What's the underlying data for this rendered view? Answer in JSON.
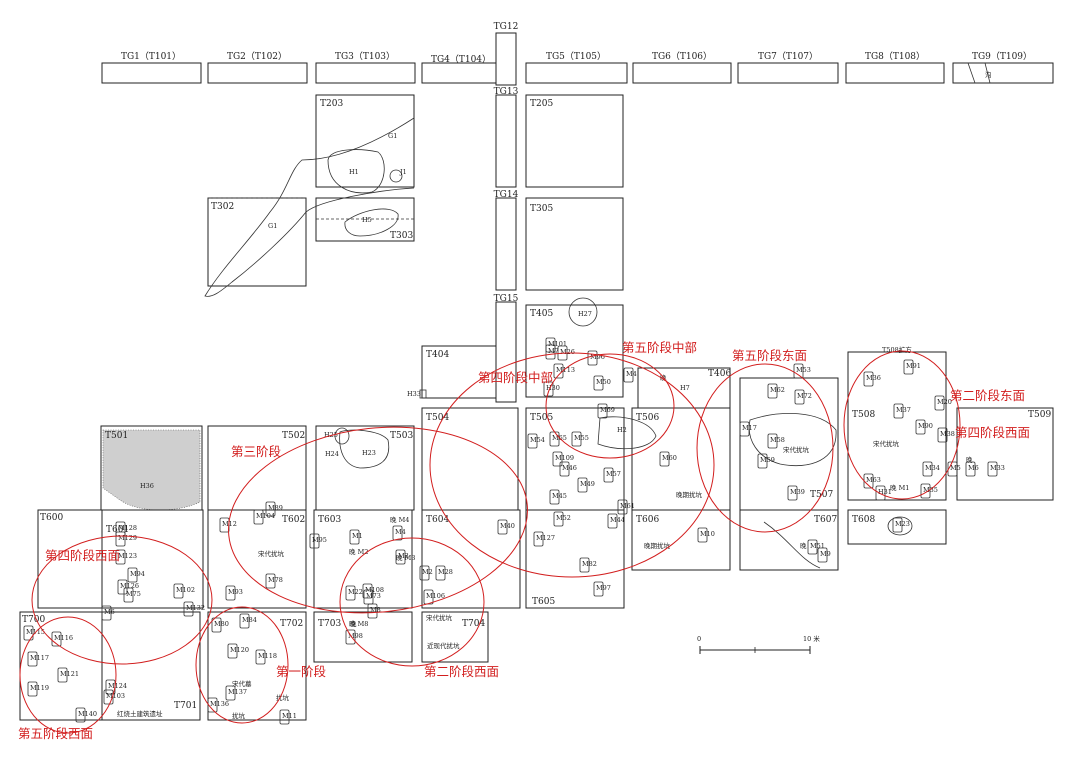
{
  "diagram": {
    "trial_trenches": [
      "TG1（T101）",
      "TG2（T102）",
      "TG3（T103）",
      "TG4（T104）",
      "TG5（T105）",
      "TG6（T106）",
      "TG7（T107）",
      "TG8（T108）",
      "TG9（T109）"
    ],
    "vertical_trenches": [
      "TG12",
      "TG13",
      "TG14",
      "TG15"
    ],
    "ditch_label": "沟",
    "units": [
      "T203",
      "T205",
      "T302",
      "T303",
      "T305",
      "T405",
      "T404",
      "T406",
      "T501",
      "T502",
      "T503",
      "T504",
      "T505",
      "T506",
      "T507",
      "T508",
      "T509",
      "T600",
      "T601",
      "T602",
      "T603",
      "T604",
      "T605",
      "T606",
      "T607",
      "T608",
      "T700",
      "T701",
      "T702",
      "T703",
      "T704",
      "T508扩方"
    ],
    "features_top": [
      "G1",
      "H1",
      "J1",
      "G1",
      "H5",
      "H27",
      "H33",
      "H25",
      "H24",
      "H23",
      "H36",
      "H7",
      "H2"
    ],
    "burial_labels": [
      "M101",
      "M26",
      "M96",
      "M113",
      "M4",
      "M69",
      "H30",
      "M54",
      "M65",
      "M55",
      "M50",
      "M57",
      "M53",
      "M72",
      "M62",
      "M36",
      "M91",
      "M37",
      "M38",
      "M63",
      "M90",
      "M35",
      "M5",
      "M6",
      "M20",
      "M34",
      "M115",
      "M116",
      "M117",
      "M121",
      "M119",
      "M124",
      "M103",
      "M140",
      "M136",
      "M137",
      "M120",
      "M118",
      "M84",
      "M80",
      "M108",
      "M73",
      "M98",
      "M8",
      "M2",
      "M28",
      "M22",
      "M3",
      "M4",
      "M1",
      "M12",
      "M104",
      "M78",
      "M93",
      "M94",
      "M102",
      "M132",
      "M126",
      "M123",
      "M129",
      "M128",
      "M127",
      "M52",
      "M46",
      "M45",
      "M40",
      "M44",
      "M60",
      "M61",
      "M82",
      "M17",
      "M58",
      "M59",
      "M39",
      "M51",
      "M9",
      "M10",
      "M97",
      "M23",
      "H31",
      "M49",
      "M11",
      "M89",
      "M95",
      "M75",
      "M106",
      "M109",
      "M33",
      "M6",
      "M7"
    ],
    "annotations": [
      "宋代扰坑",
      "晚期扰坑",
      "近现代扰坑",
      "宋代扰坑",
      "宋代扰坑",
      "红烧土建筑遗址",
      "扰坑",
      "晚期扰坑",
      "宋代墓",
      "扰坑",
      "晚",
      "晚",
      "晚",
      "晚",
      "晚 M1",
      "晚 M2",
      "晚 M3",
      "晚 M4",
      "晚 M8",
      "宋代扰坑"
    ],
    "phase_labels": [
      "第五阶段中部",
      "第五阶段东面",
      "第四阶段中部",
      "第二阶段东面",
      "第四阶段西面",
      "第三阶段",
      "第四阶段西面",
      "第一阶段",
      "第二阶段西面",
      "第五阶段西面"
    ],
    "scale": {
      "zero": "0",
      "max": "10 米"
    }
  }
}
